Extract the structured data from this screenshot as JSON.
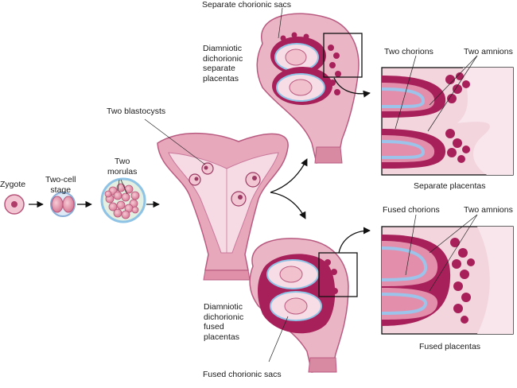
{
  "labels": {
    "zygote": "Zygote",
    "two_cell_stage": "Two-cell\nstage",
    "two_morulas": "Two\nmorulas",
    "two_blastocysts": "Two blastocysts",
    "separate_chorionic_sacs": "Separate chorionic sacs",
    "diamniotic_separate": "Diamniotic\ndichorionic\nseparate\nplacentas",
    "two_chorions": "Two chorions",
    "two_amnions_top": "Two amnions",
    "separate_placentas": "Separate placentas",
    "fused_chorions": "Fused chorions",
    "two_amnions_bottom": "Two amnions",
    "fused_placentas": "Fused placentas",
    "diamniotic_fused": "Diamniotic\ndichorionic\nfused\nplacentas",
    "fused_chorionic_sacs": "Fused chorionic sacs"
  },
  "colors": {
    "tissue_light": "#f2cfd8",
    "tissue_mid": "#d98aa3",
    "tissue_wall": "#c96285",
    "placenta": "#a8205a",
    "amnion_blue": "#9cc3ea",
    "cavity": "#f7dde6",
    "cell_pink": "#e8a0b4",
    "ring_blue": "#8ec3e6"
  }
}
